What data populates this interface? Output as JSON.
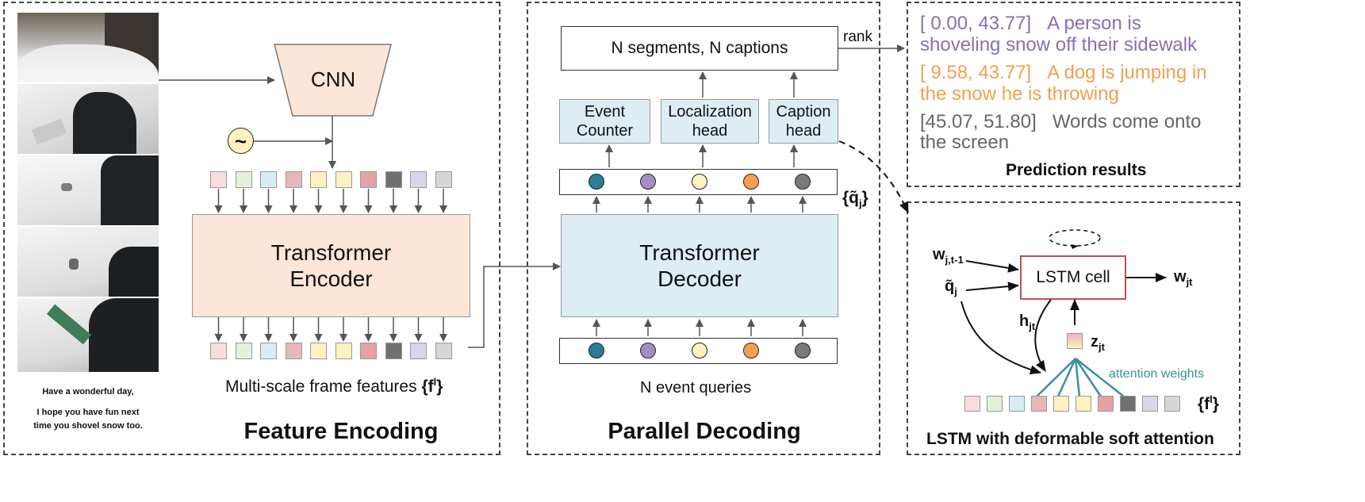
{
  "panels": {
    "encoding": {
      "title": "Feature Encoding"
    },
    "decoding": {
      "title": "Parallel Decoding"
    },
    "prediction": {
      "title": "Prediction results"
    },
    "lstm": {
      "title": "LSTM with deformable soft attention"
    }
  },
  "encoder": {
    "cnn_label": "CNN",
    "encoder_line1": "Transformer",
    "encoder_line2": "Encoder",
    "features_label": "Multi-scale frame features",
    "features_sym": "{f",
    "features_sup": "l",
    "features_close": "}",
    "pos_symbol": "~"
  },
  "decoder": {
    "top_box": "N segments, N captions",
    "rank_label": "rank",
    "heads": [
      {
        "line1": "Event",
        "line2": "Counter"
      },
      {
        "line1": "Localization",
        "line2": "head"
      },
      {
        "line1": "Caption",
        "line2": "head"
      }
    ],
    "decoder_line1": "Transformer",
    "decoder_line2": "Decoder",
    "queries_label": "N event queries",
    "q_sym": "{q̃",
    "q_sub": "j",
    "q_close": "}"
  },
  "predictions": [
    {
      "span": "[ 0.00, 43.77]",
      "line1": "A person is",
      "line2": "shoveling snow off their sidewalk",
      "color": "#8a6fb0"
    },
    {
      "span": "[ 9.58, 43.77]",
      "line1": "A dog is jumping in",
      "line2": "the snow he is throwing",
      "color": "#f0a050"
    },
    {
      "span": "[45.07, 51.80]",
      "line1": "Words come onto",
      "line2": "the screen",
      "color": "#666666"
    }
  ],
  "lstm": {
    "cell_label": "LSTM cell",
    "w_prev": "w",
    "w_prev_sub": "j,t-1",
    "q_in": "q̃",
    "q_in_sub": "j",
    "w_out": "w",
    "w_out_sub": "jt",
    "h_label": "h",
    "h_sub": "jt",
    "z_label": "z",
    "z_sub": "jt",
    "attn_label": "attention weights",
    "f_sym": "{f",
    "f_sup": "l",
    "f_close": "}"
  },
  "frame_caption": {
    "line1": "Have a wonderful day,",
    "line2": "I hope you have fun next",
    "line3": "time you shovel snow too."
  },
  "colors": {
    "token_colors": [
      "#f7dede",
      "#e4f0dc",
      "#d7ecf5",
      "#e8b7b7",
      "#fdf1c0",
      "#fdf1c0",
      "#e5a2a6",
      "#707070",
      "#dcd4ea",
      "#d6d6d6"
    ],
    "query_colors": [
      "#2c7d96",
      "#a48dc3",
      "#fdf1c0",
      "#f4a050",
      "#7a7a7a"
    ],
    "encoder_fill": "#fce6d8",
    "decoder_fill": "#dcedf4",
    "lstm_border": "#c0504d",
    "attention": "#3a8f9e"
  }
}
